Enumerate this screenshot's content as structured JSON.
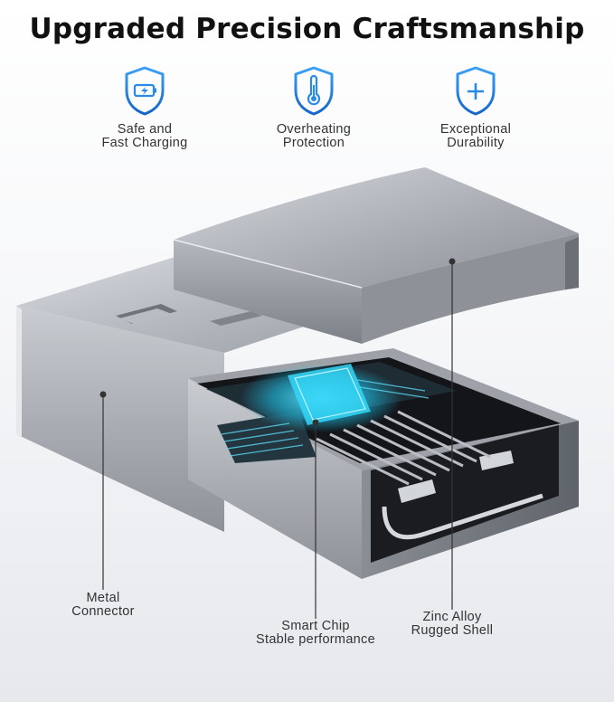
{
  "title": "Upgraded Precision Craftsmanship",
  "features": [
    {
      "icon": "shield-battery-icon",
      "label": "Safe and\nFast Charging"
    },
    {
      "icon": "shield-thermometer-icon",
      "label": "Overheating\nProtection"
    },
    {
      "icon": "shield-plus-icon",
      "label": "Exceptional\nDurability"
    }
  ],
  "callouts": {
    "metal": "Metal\nConnector",
    "chip": "Smart Chip\nStable performance",
    "shell": "Zinc Alloy\nRugged Shell"
  },
  "colors": {
    "accent": "#2a8ae8",
    "metal": "#a9adb3",
    "chip_glow": "#1ec8f0"
  }
}
